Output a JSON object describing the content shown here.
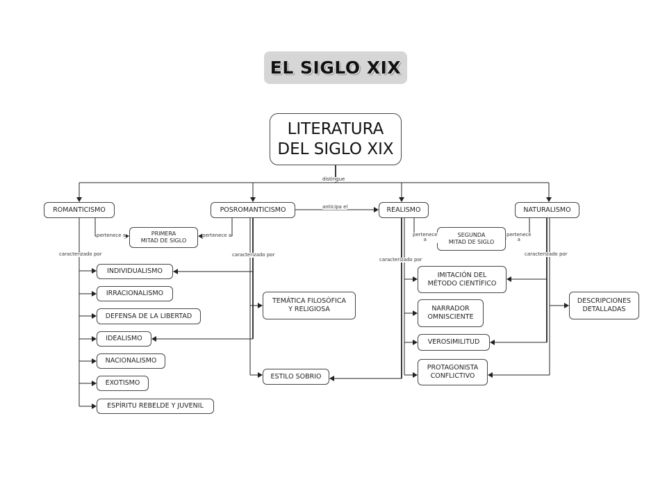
{
  "title": "EL SIGLO XIX",
  "root": "LITERATURA\nDEL SIGLO XIX",
  "nodes": {
    "romanticismo": "ROMANTICISMO",
    "posromanticismo": "POSROMANTICISMO",
    "realismo": "REALISMO",
    "naturalismo": "NATURALISMO",
    "primera_mitad": "PRIMERA\nMITAD DE SIGLO",
    "segunda_mitad": "SEGUNDA\nMITAD DE SIGLO",
    "individualismo": "INDIVIDUALISMO",
    "irracionalismo": "IRRACIONALISMO",
    "defensa_libertad": "DEFENSA DE LA LIBERTAD",
    "idealismo": "IDEALISMO",
    "nacionalismo": "NACIONALISMO",
    "exotismo": "EXOTISMO",
    "espiritu_rebelde": "ESPÍRITU REBELDE Y JUVENIL",
    "tematica": "TEMÁTICA FILOSÓFICA\nY RELIGIOSA",
    "estilo_sobrio": "ESTILO SOBRIO",
    "imitacion": "IMITACIÓN DEL\nMÉTODO CIENTÍFICO",
    "narrador": "NARRADOR\nOMNISCIENTE",
    "verosimilitud": "VEROSIMILITUD",
    "protagonista": "PROTAGONISTA\nCONFLICTIVO",
    "descripciones": "DESCRIPCIONES\nDETALLADAS"
  },
  "links": {
    "distingue": "distingue",
    "anticipa": "anticipa el",
    "pertenece_rom": "pertenece a",
    "pertenece_pos": "pertenece a",
    "pertenece_rea": "pertenece\na",
    "pertenece_nat": "pertenece\na",
    "caract_rom": "caracterizado por",
    "caract_pos": "caracterizado por",
    "caract_rea": "caracterizado por",
    "caract_nat": "caracterizado por"
  }
}
